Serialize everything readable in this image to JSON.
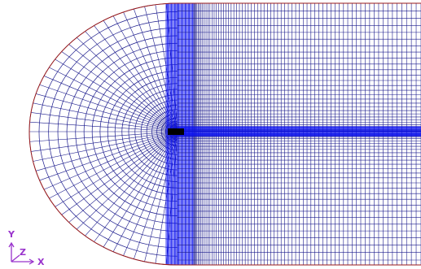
{
  "viewport": {
    "background": "#ffffff",
    "mesh_line_color": "#1a1a8c",
    "dense_mesh_color": "#0a10f0",
    "boundary_color": "#9a1a1a",
    "axis_color": "#9933cc"
  },
  "mesh": {
    "type": "structured C-grid",
    "radial_lines": 42,
    "circumferential_rings": 24,
    "wake_columns": 70,
    "wake_rows": 30
  },
  "triad": {
    "y_label": "Y",
    "x_label": "X",
    "z_label": "Z"
  }
}
